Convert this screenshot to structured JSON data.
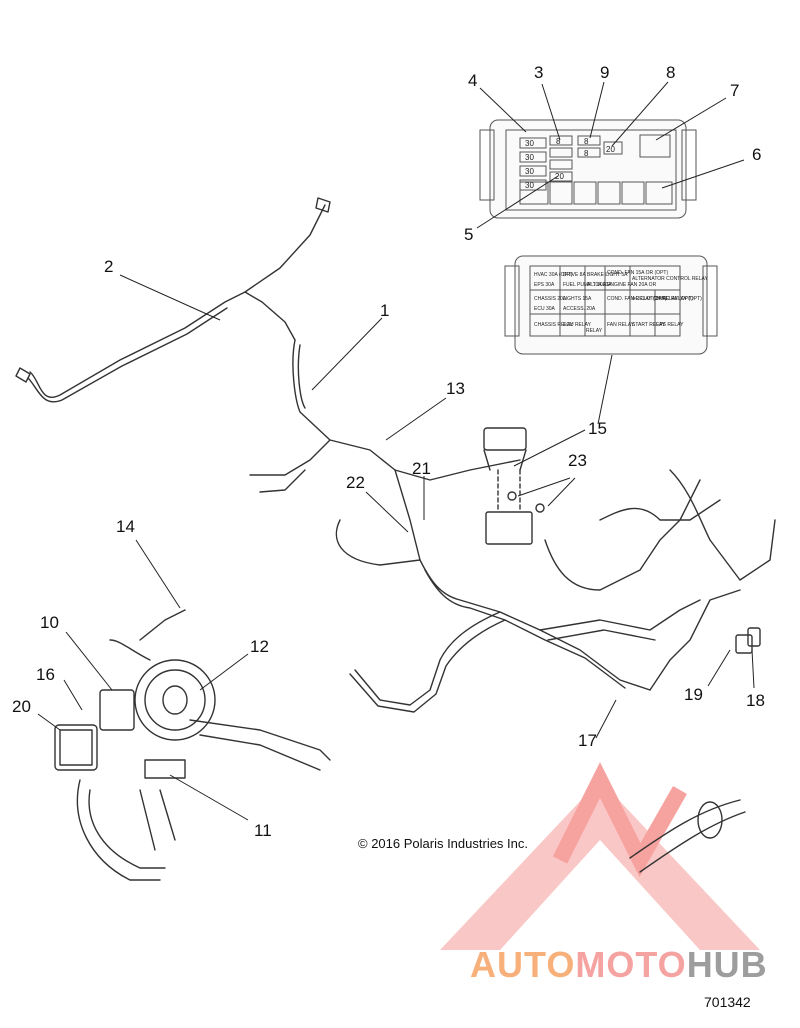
{
  "callouts": {
    "c1": "1",
    "c2": "2",
    "c3": "3",
    "c4": "4",
    "c5": "5",
    "c6": "6",
    "c7": "7",
    "c8": "8",
    "c9": "9",
    "c10": "10",
    "c11": "11",
    "c12": "12",
    "c13": "13",
    "c14": "14",
    "c15": "15",
    "c16": "16",
    "c17": "17",
    "c18": "18",
    "c19": "19",
    "c20": "20",
    "c21": "21",
    "c22": "22",
    "c23": "23"
  },
  "fuse_box_top": {
    "f1": "30",
    "f2": "30",
    "f3": "30",
    "f4": "30",
    "f5": "20",
    "f6": "20",
    "f7": "8",
    "f8": "8",
    "f9": "8"
  },
  "fuse_box_labels": {
    "l1": "HVAC 30A (OPT)",
    "l2": "DRIVE 8A",
    "l3": "BRAKE LIGHT 5A",
    "l4": "COND. FAN 15A OR (OPT)",
    "l5": "ALTERNATOR CONTROL RELAY",
    "l6": "EPS 30A",
    "l7": "FUEL PUMP 10A 20A",
    "l8": "ALT 10A",
    "l9": "ENGINE FAN 20A OR",
    "l10": "CHASSIS 20A",
    "l11": "LIGHTS 15A",
    "l12": "COND. FAN RELAY (OPT)",
    "l13": "AC CLUTCH RELAY (OPT)",
    "l14": "HVAC RELAY (OPT)",
    "l15": "ECU 30A",
    "l16": "ACCESS. 20A",
    "l17": "CHASSIS RELAY",
    "l18": "ECU RELAY",
    "l19": "FAN RELAY",
    "l20": "START RELAY",
    "l21": "EPS RELAY",
    "l22": "RELAY"
  },
  "copyright": "© 2016 Polaris Industries Inc.",
  "part_number": "701342",
  "watermark": {
    "part1": "AUTO",
    "part2": "MOTO",
    "part3": "HUB"
  }
}
